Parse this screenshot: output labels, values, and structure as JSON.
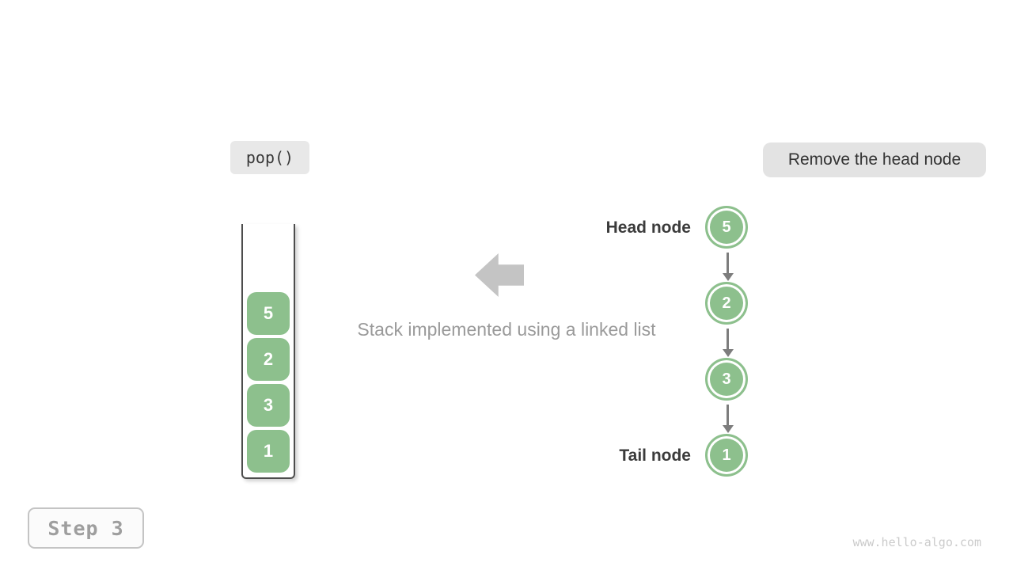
{
  "operation": {
    "label": "pop()"
  },
  "annotation": {
    "label": "Remove the head node"
  },
  "caption": "Stack implemented using a linked list",
  "stack": {
    "items": [
      "5",
      "2",
      "3",
      "1"
    ]
  },
  "linked_list": {
    "head_label": "Head node",
    "tail_label": "Tail node",
    "nodes": [
      "5",
      "2",
      "3",
      "1"
    ]
  },
  "step": {
    "label": "Step 3"
  },
  "watermark": "www.hello-algo.com",
  "colors": {
    "node_green": "#8dc08d",
    "container_border": "#4d4d4d",
    "block_arrow_gray": "#c4c4c4",
    "connector_gray": "#7d7d7d",
    "label_pill_bg": "#e5e5e5",
    "caption_gray": "#9a9a9a",
    "step_gray": "#9e9e9e",
    "watermark_gray": "#cbcbcb",
    "dark_text": "#3b3b3b"
  }
}
